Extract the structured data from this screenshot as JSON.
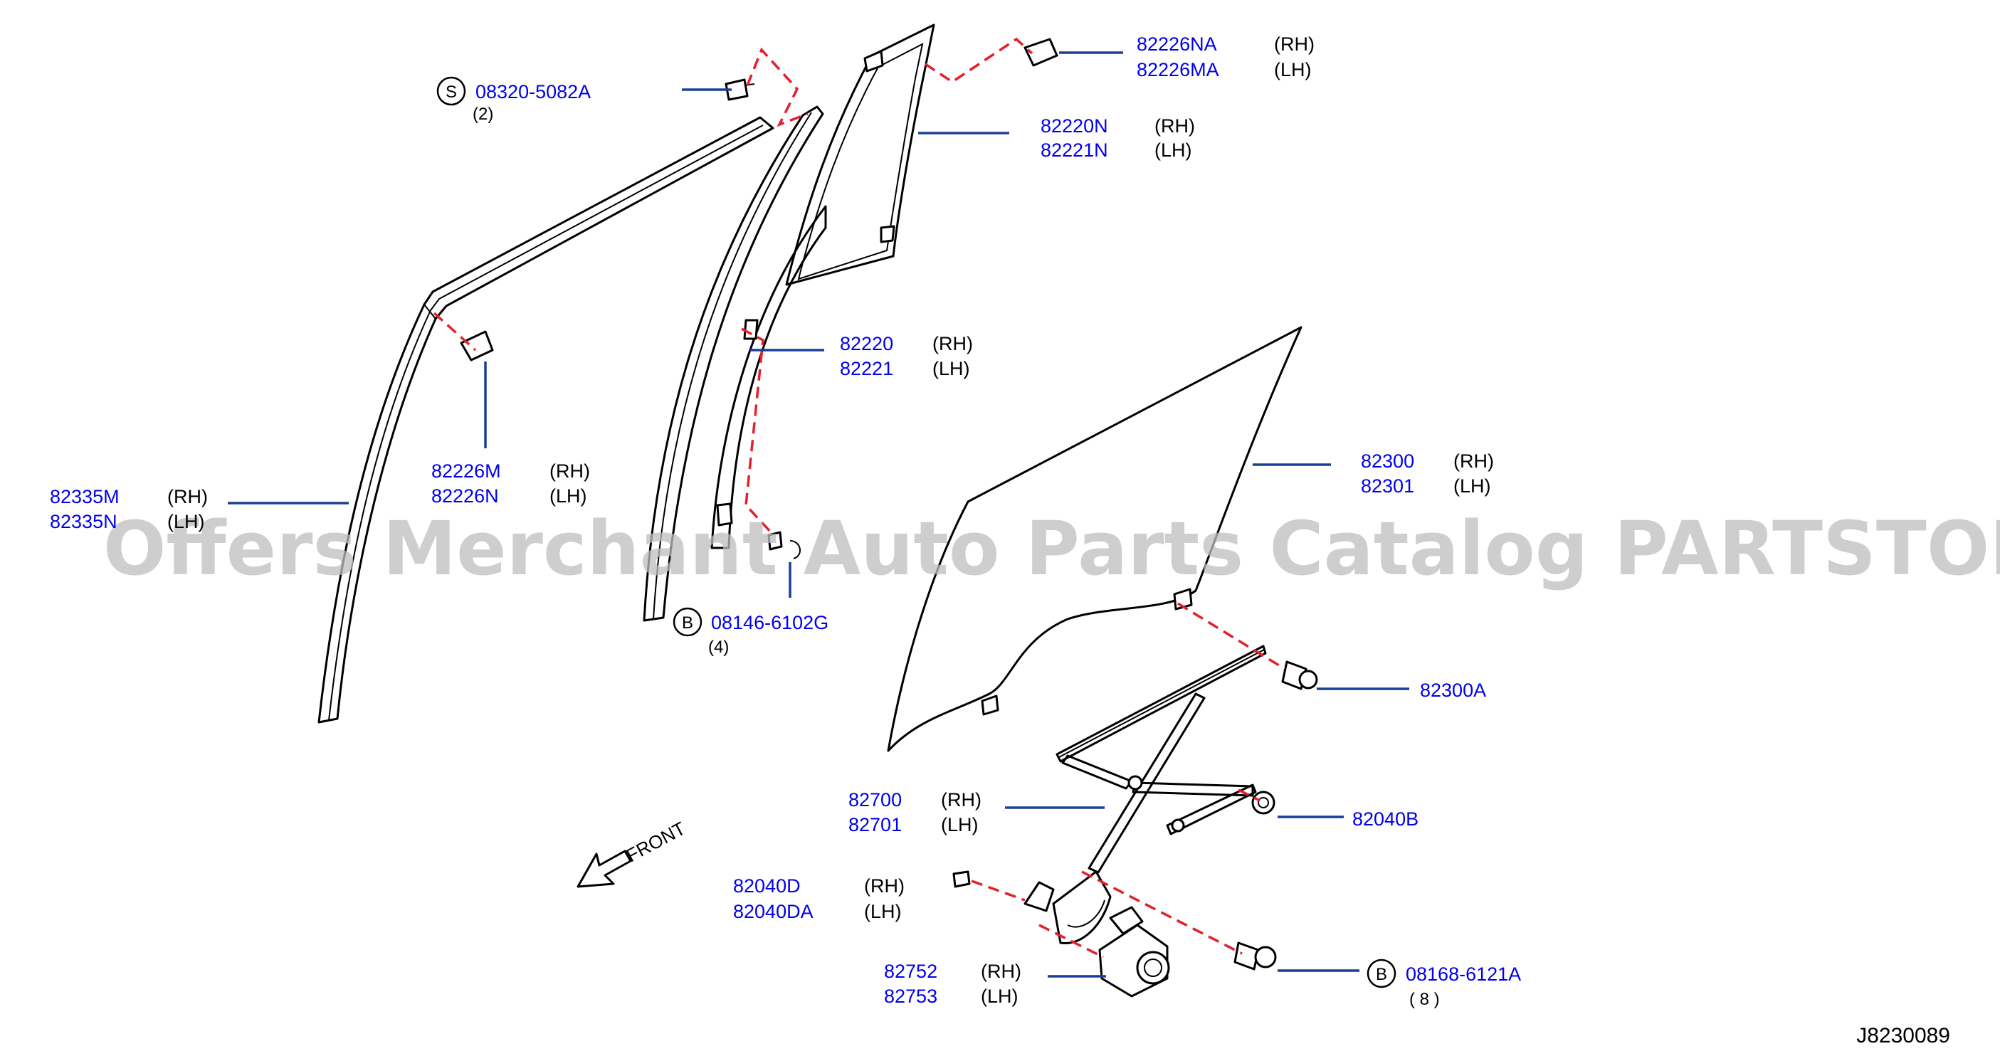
{
  "callouts": [
    {
      "id": "c1",
      "prefix": "S",
      "part": "08320-5082A",
      "qty": "(2)"
    },
    {
      "id": "c2",
      "part": "82226NA",
      "side": "(RH)",
      "part2": "82226MA",
      "side2": "(LH)"
    },
    {
      "id": "c3",
      "part": "82220N",
      "side": "(RH)",
      "part2": "82221N",
      "side2": "(LH)"
    },
    {
      "id": "c4",
      "part": "82220",
      "side": "(RH)",
      "part2": "82221",
      "side2": "(LH)"
    },
    {
      "id": "c5",
      "part": "82226M",
      "side": "(RH)",
      "part2": "82226N",
      "side2": "(LH)"
    },
    {
      "id": "c6",
      "part": "82335M",
      "side": "(RH)",
      "part2": "82335N",
      "side2": "(LH)"
    },
    {
      "id": "c7",
      "part": "82300",
      "side": "(RH)",
      "part2": "82301",
      "side2": "(LH)"
    },
    {
      "id": "c8",
      "prefix": "B",
      "part": "08146-6102G",
      "qty": "(4)"
    },
    {
      "id": "c9",
      "part": "82300A"
    },
    {
      "id": "c10",
      "part": "82700",
      "side": "(RH)",
      "part2": "82701",
      "side2": "(LH)"
    },
    {
      "id": "c11",
      "part": "82040B"
    },
    {
      "id": "c12",
      "part": "82040D",
      "side": "(RH)",
      "part2": "82040DA",
      "side2": "(LH)"
    },
    {
      "id": "c13",
      "part": "82752",
      "side": "(RH)",
      "part2": "82753",
      "side2": "(LH)"
    },
    {
      "id": "c14",
      "prefix": "B",
      "part": "08168-6121A",
      "qty": "(  8  )"
    }
  ],
  "front_label": "FRONT",
  "diagram_code": "J8230089",
  "watermark": "Offers Merchant Auto Parts Catalog PARTSTORE.SA",
  "colors": {
    "part_number": "#0000ee",
    "leader": "#1a3f94",
    "dash": "#e3202b"
  }
}
